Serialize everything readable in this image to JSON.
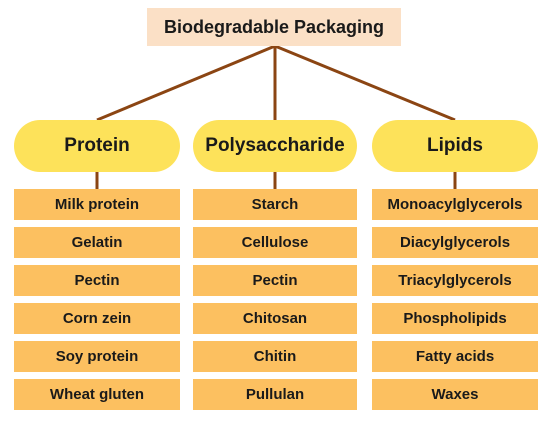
{
  "root": {
    "label": "Biodegradable Packaging"
  },
  "categories": [
    {
      "label": "Protein",
      "items": [
        "Milk protein",
        "Gelatin",
        "Pectin",
        "Corn zein",
        "Soy protein",
        "Wheat gluten"
      ]
    },
    {
      "label": "Polysaccharide",
      "items": [
        "Starch",
        "Cellulose",
        "Pectin",
        "Chitosan",
        "Chitin",
        "Pullulan"
      ]
    },
    {
      "label": "Lipids",
      "items": [
        "Monoacylglycerols",
        "Diacylglycerols",
        "Triacylglycerols",
        "Phospholipids",
        "Fatty acids",
        "Waxes"
      ]
    }
  ],
  "colors": {
    "root_fill": "#fbe0c6",
    "category_fill": "#fde25a",
    "item_fill": "#fcc060",
    "connector": "#8b4513"
  }
}
